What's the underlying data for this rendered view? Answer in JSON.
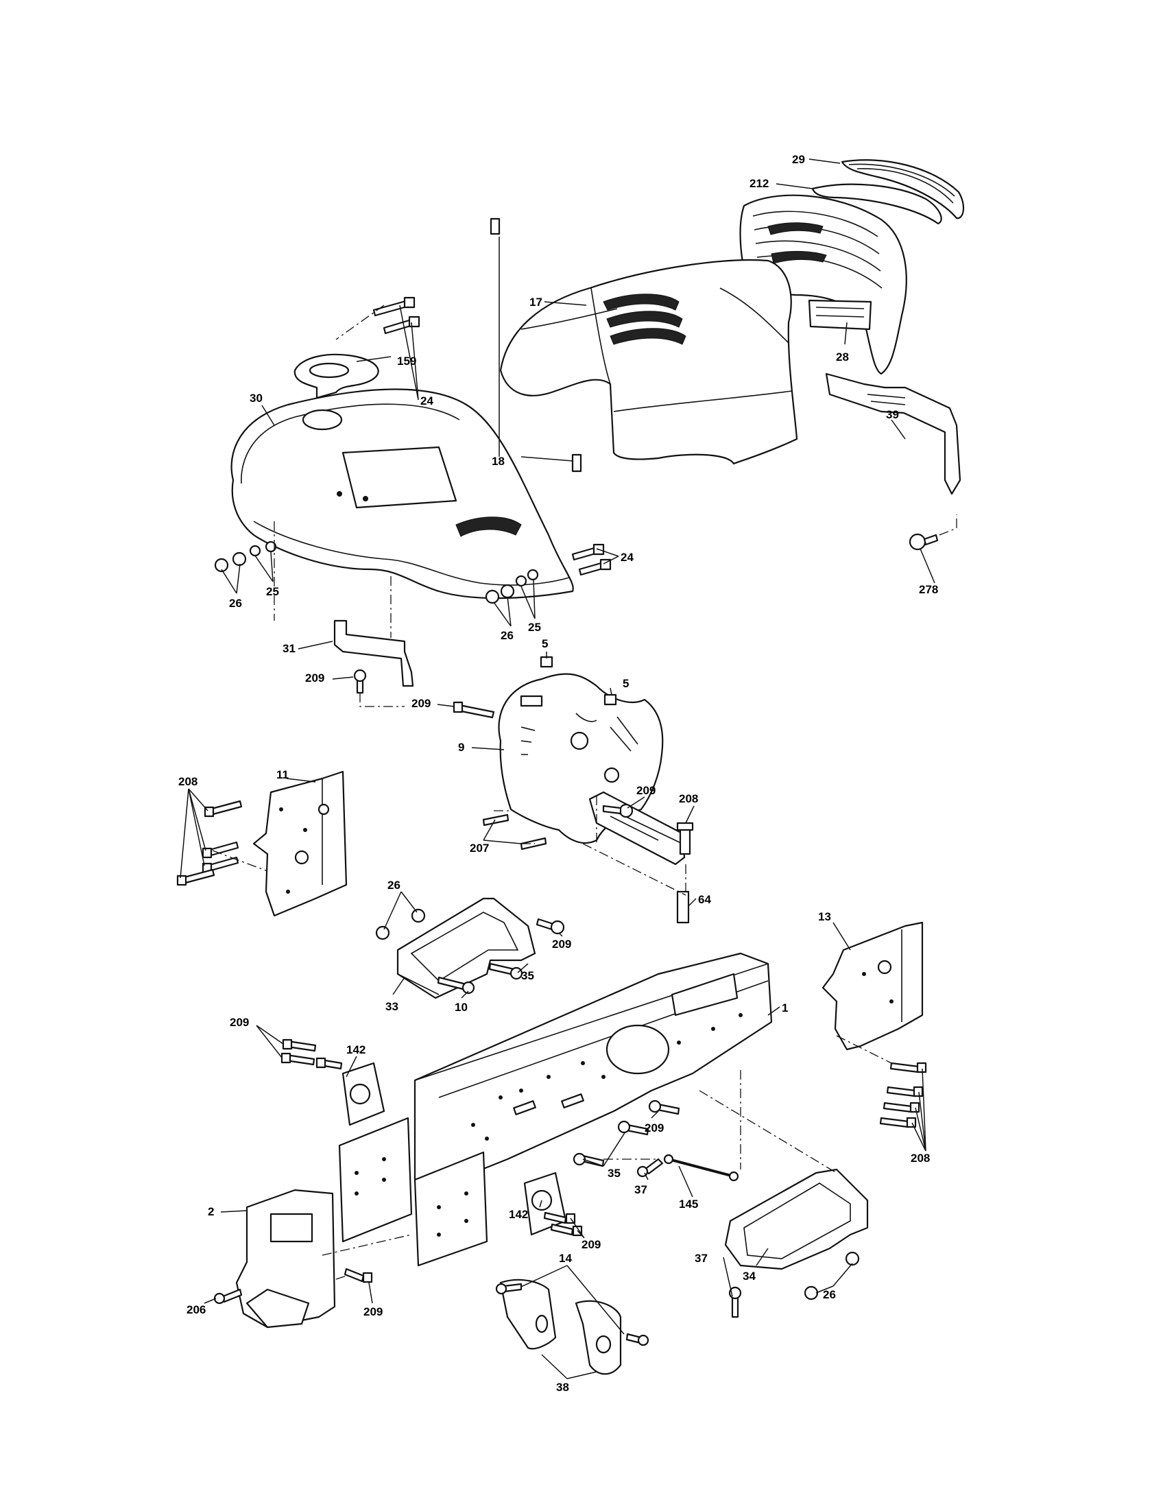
{
  "callouts": [
    {
      "id": "c-29",
      "label": "29"
    },
    {
      "id": "c-212",
      "label": "212"
    },
    {
      "id": "c-17",
      "label": "17"
    },
    {
      "id": "c-28",
      "label": "28"
    },
    {
      "id": "c-159",
      "label": "159"
    },
    {
      "id": "c-30",
      "label": "30"
    },
    {
      "id": "c-24a",
      "label": "24"
    },
    {
      "id": "c-18",
      "label": "18"
    },
    {
      "id": "c-39",
      "label": "39"
    },
    {
      "id": "c-24b",
      "label": "24"
    },
    {
      "id": "c-278",
      "label": "278"
    },
    {
      "id": "c-26a",
      "label": "26"
    },
    {
      "id": "c-25a",
      "label": "25"
    },
    {
      "id": "c-26b",
      "label": "26"
    },
    {
      "id": "c-25b",
      "label": "25"
    },
    {
      "id": "c-31",
      "label": "31"
    },
    {
      "id": "c-209a",
      "label": "209"
    },
    {
      "id": "c-5a",
      "label": "5"
    },
    {
      "id": "c-5b",
      "label": "5"
    },
    {
      "id": "c-209b",
      "label": "209"
    },
    {
      "id": "c-9",
      "label": "9"
    },
    {
      "id": "c-11",
      "label": "11"
    },
    {
      "id": "c-208a",
      "label": "208"
    },
    {
      "id": "c-209c",
      "label": "209"
    },
    {
      "id": "c-208b",
      "label": "208"
    },
    {
      "id": "c-207",
      "label": "207"
    },
    {
      "id": "c-64",
      "label": "64"
    },
    {
      "id": "c-26c",
      "label": "26"
    },
    {
      "id": "c-209d",
      "label": "209"
    },
    {
      "id": "c-35a",
      "label": "35"
    },
    {
      "id": "c-33",
      "label": "33"
    },
    {
      "id": "c-10",
      "label": "10"
    },
    {
      "id": "c-13",
      "label": "13"
    },
    {
      "id": "c-1",
      "label": "1"
    },
    {
      "id": "c-209e",
      "label": "209"
    },
    {
      "id": "c-142a",
      "label": "142"
    },
    {
      "id": "c-209f",
      "label": "209"
    },
    {
      "id": "c-35b",
      "label": "35"
    },
    {
      "id": "c-37a",
      "label": "37"
    },
    {
      "id": "c-145",
      "label": "145"
    },
    {
      "id": "c-208c",
      "label": "208"
    },
    {
      "id": "c-142b",
      "label": "142"
    },
    {
      "id": "c-209g",
      "label": "209"
    },
    {
      "id": "c-2",
      "label": "2"
    },
    {
      "id": "c-37b",
      "label": "37"
    },
    {
      "id": "c-34",
      "label": "34"
    },
    {
      "id": "c-26d",
      "label": "26"
    },
    {
      "id": "c-14",
      "label": "14"
    },
    {
      "id": "c-206",
      "label": "206"
    },
    {
      "id": "c-209h",
      "label": "209"
    },
    {
      "id": "c-38",
      "label": "38"
    }
  ]
}
